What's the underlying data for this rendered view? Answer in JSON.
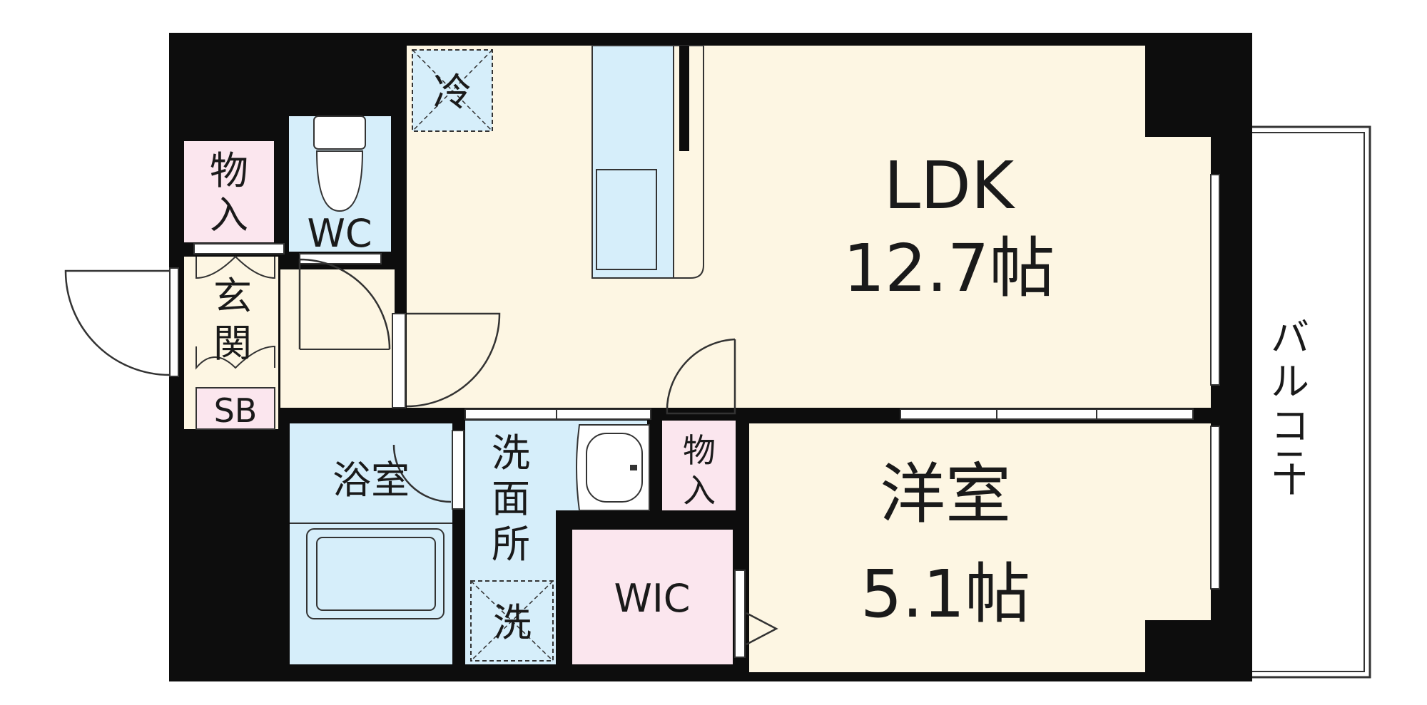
{
  "rooms": {
    "ldk": {
      "name": "LDK",
      "size": "12.7帖"
    },
    "western": {
      "name": "洋室",
      "size": "5.1帖"
    },
    "wc": "WC",
    "wic": "WIC",
    "bath": "浴室",
    "washroom": [
      "洗",
      "面",
      "所"
    ],
    "entrance": [
      "玄",
      "関"
    ],
    "storage_top": [
      "物",
      "入"
    ],
    "storage_mid": [
      "物",
      "入"
    ],
    "sb": "SB",
    "fridge": "冷",
    "washer": "洗",
    "balcony": [
      "バ",
      "ル",
      "コ",
      "ニ",
      "ー"
    ]
  },
  "colors": {
    "wall": "#0d0d0d",
    "cream": "#fdf6e3",
    "blue": "#d6eefa",
    "pink": "#fbe6ee",
    "white": "#ffffff"
  }
}
